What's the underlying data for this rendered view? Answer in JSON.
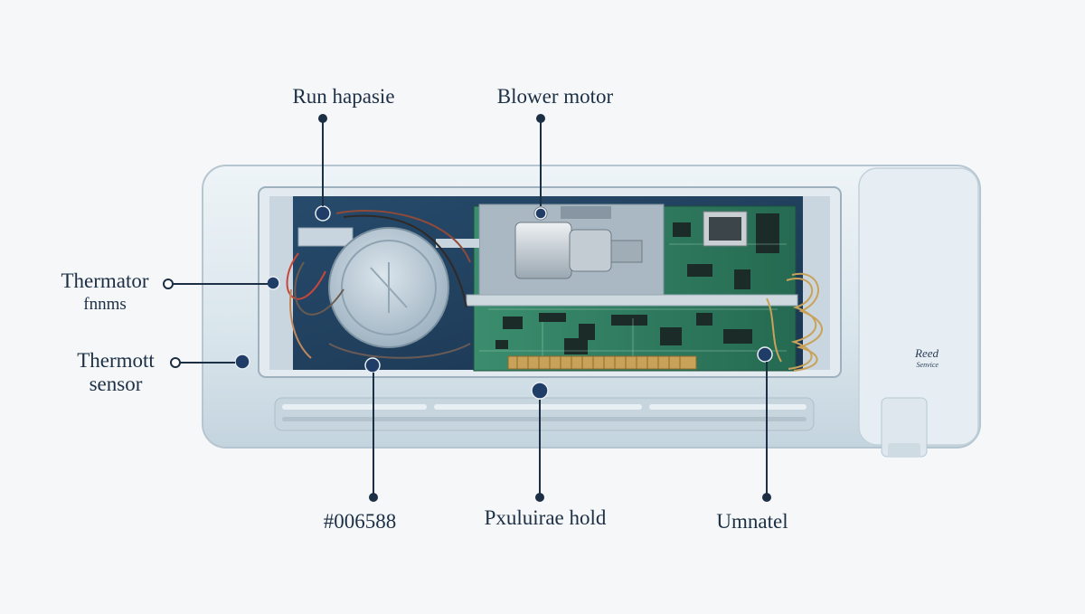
{
  "labels": {
    "top_left": "Run hapasie",
    "top_center": "Blower motor",
    "left_upper_line1": "Thermator",
    "left_upper_line2": "fnnms",
    "left_lower_line1": "Thermott",
    "left_lower_line2": "sensor",
    "bottom_left": "#006588",
    "bottom_center": "Pxuluirae hold",
    "bottom_right": "Umnatel"
  },
  "brand": {
    "line1": "Reed",
    "line2": "Senvice"
  },
  "colors": {
    "background": "#f5f7f8",
    "unit_body": "#dfe9ef",
    "cavity": "#1f3f5e",
    "circuit_board": "#2f7d62",
    "fan_housing": "#b9c8d3",
    "leader_line": "#1c2f45",
    "copper_coil": "#c9a25a"
  }
}
